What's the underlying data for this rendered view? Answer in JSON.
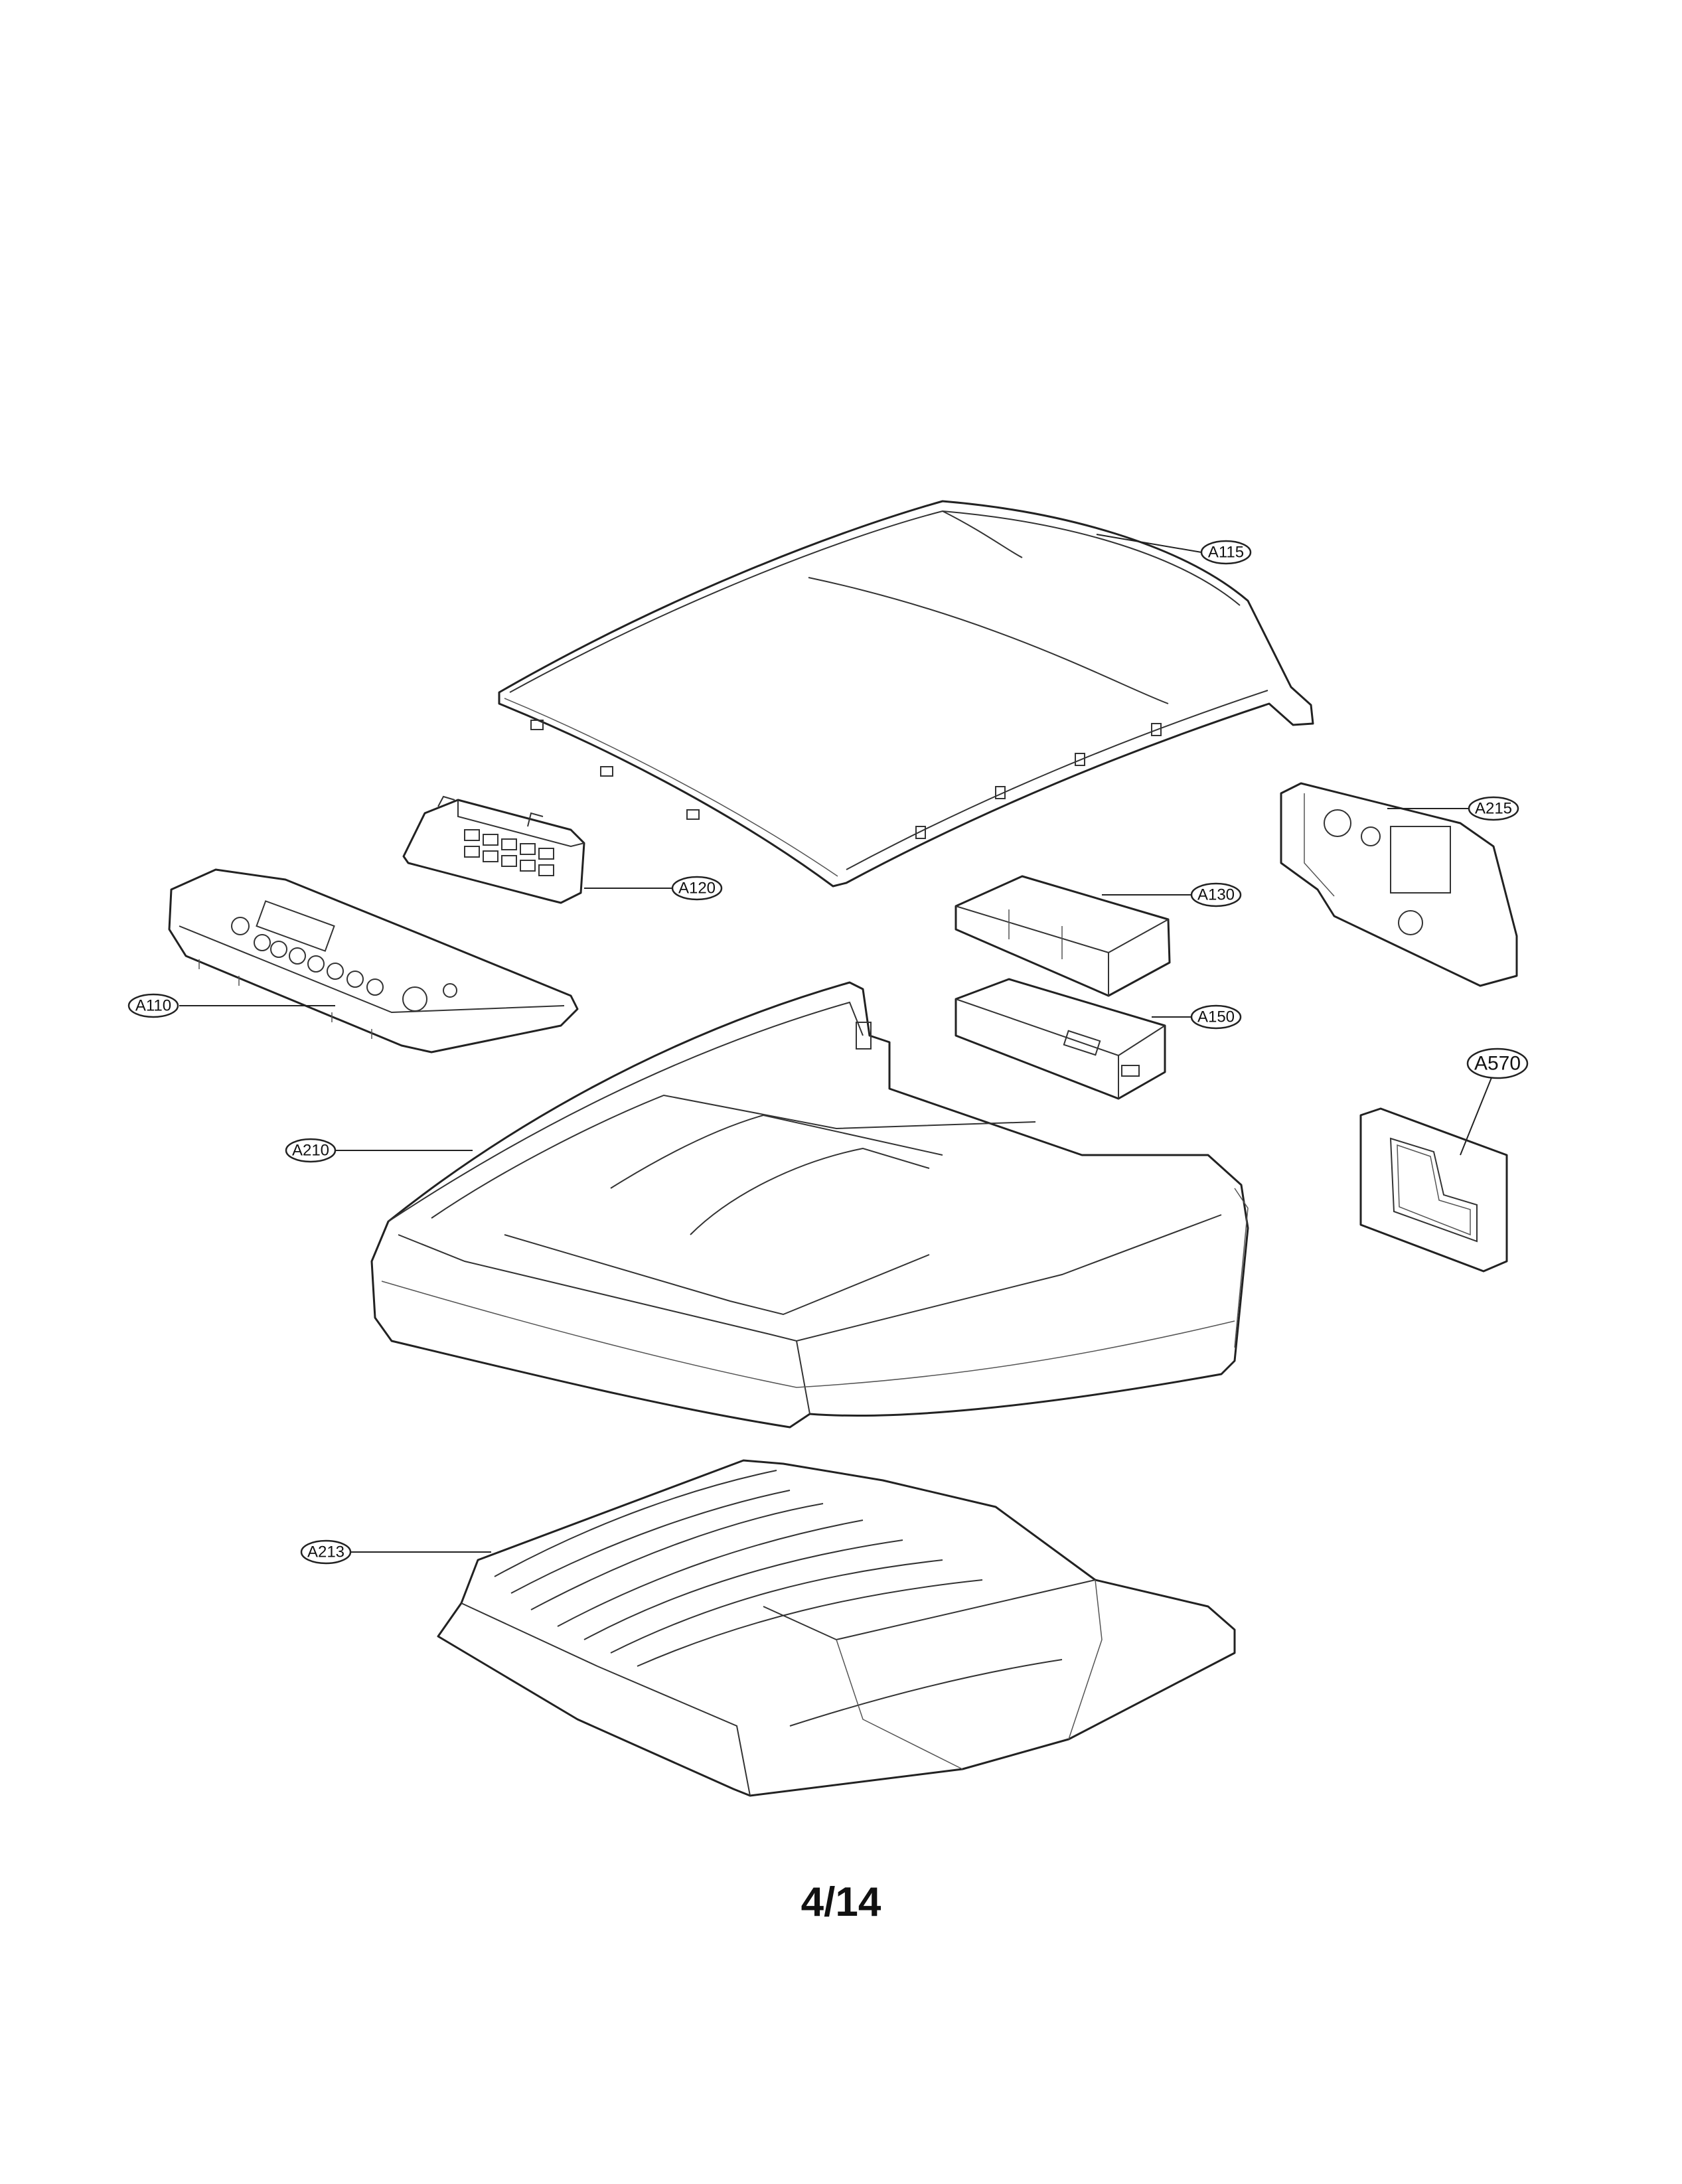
{
  "callouts": {
    "a115": "A115",
    "a215": "A215",
    "a120": "A120",
    "a130": "A130",
    "a110": "A110",
    "a150": "A150",
    "a570": "A570",
    "a210": "A210",
    "a213": "A213"
  },
  "page_number": "4/14"
}
